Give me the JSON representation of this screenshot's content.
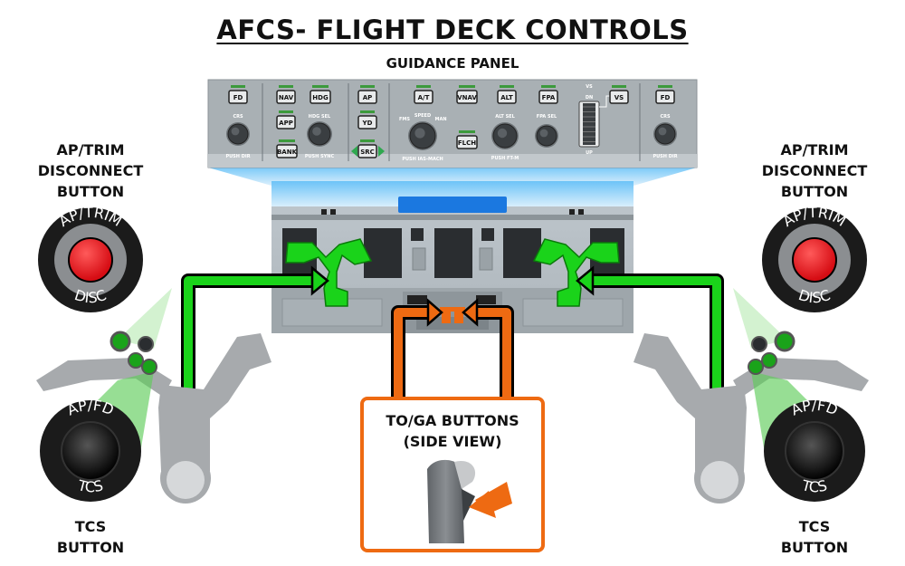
{
  "title": "AFCS- FLIGHT DECK CONTROLS",
  "guidance_panel_label": "GUIDANCE PANEL",
  "left_top_label": [
    "AP/TRIM",
    "DISCONNECT",
    "BUTTON"
  ],
  "right_top_label": [
    "AP/TRIM",
    "DISCONNECT",
    "BUTTON"
  ],
  "left_bottom_label": [
    "TCS",
    "BUTTON"
  ],
  "right_bottom_label": [
    "TCS",
    "BUTTON"
  ],
  "toga_label": [
    "TO/GA BUTTONS",
    "(SIDE VIEW)"
  ],
  "ap_trim_ring": {
    "top": "AP/TRIM",
    "bottom": "DISC"
  },
  "ap_fd_ring": {
    "top": "AP/FD",
    "bottom": "TCS"
  },
  "panel": {
    "buttons": {
      "fd_left": "FD",
      "nav": "NAV",
      "hdg": "HDG",
      "app": "APP",
      "bank": "BANK",
      "ap": "AP",
      "yd": "YD",
      "src": "SRC",
      "at": "A/T",
      "vnav": "VNAV",
      "alt": "ALT",
      "fpa": "FPA",
      "flch": "FLCH",
      "vs": "VS",
      "fd_right": "FD"
    },
    "knob_labels": {
      "crs_left_top": "CRS",
      "crs_left_bottom": "PUSH DIR",
      "hdg_sel_top": "HDG SEL",
      "hdg_sel_bottom": "PUSH SYNC",
      "speed_top": "SPEED",
      "speed_fms": "FMS",
      "speed_man": "MAN",
      "speed_bottom": "PUSH IAS-MACH",
      "alt_sel_top": "ALT SEL",
      "alt_sel_bottom": "PUSH FT-M",
      "fpa_sel_top": "FPA SEL",
      "vs_top": "VS",
      "vs_dn": "DN",
      "vs_up": "UP",
      "crs_right_top": "CRS",
      "crs_right_bottom": "PUSH DIR"
    }
  },
  "colors": {
    "green": "#1ad31a",
    "orange": "#ee6a12",
    "red": "#ee1c24",
    "panel_gray": "#a9b0b4",
    "yoke_gray": "#a7aaad",
    "sky_blue": "#5ab4f0"
  }
}
